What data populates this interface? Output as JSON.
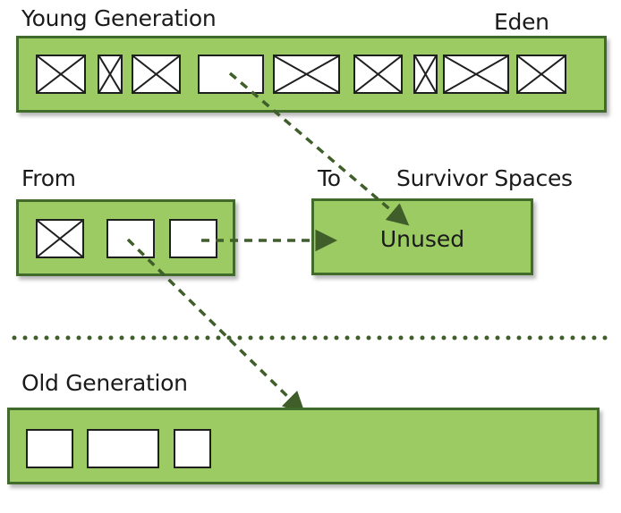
{
  "labels": {
    "young_generation": "Young Generation",
    "eden": "Eden",
    "from": "From",
    "to": "To",
    "survivor_spaces": "Survivor Spaces",
    "unused": "Unused",
    "old_generation": "Old Generation"
  },
  "objects": {
    "eden": [
      "dead",
      "dead",
      "dead",
      "live",
      "dead",
      "dead",
      "dead",
      "dead",
      "dead"
    ],
    "from": [
      "dead",
      "live",
      "live"
    ],
    "old": [
      "live",
      "live",
      "live"
    ]
  },
  "colors": {
    "region_fill": "#9ccb64",
    "region_border": "#416b2b",
    "arrow": "#3f5e2a",
    "divider": "#3f5e2a"
  }
}
